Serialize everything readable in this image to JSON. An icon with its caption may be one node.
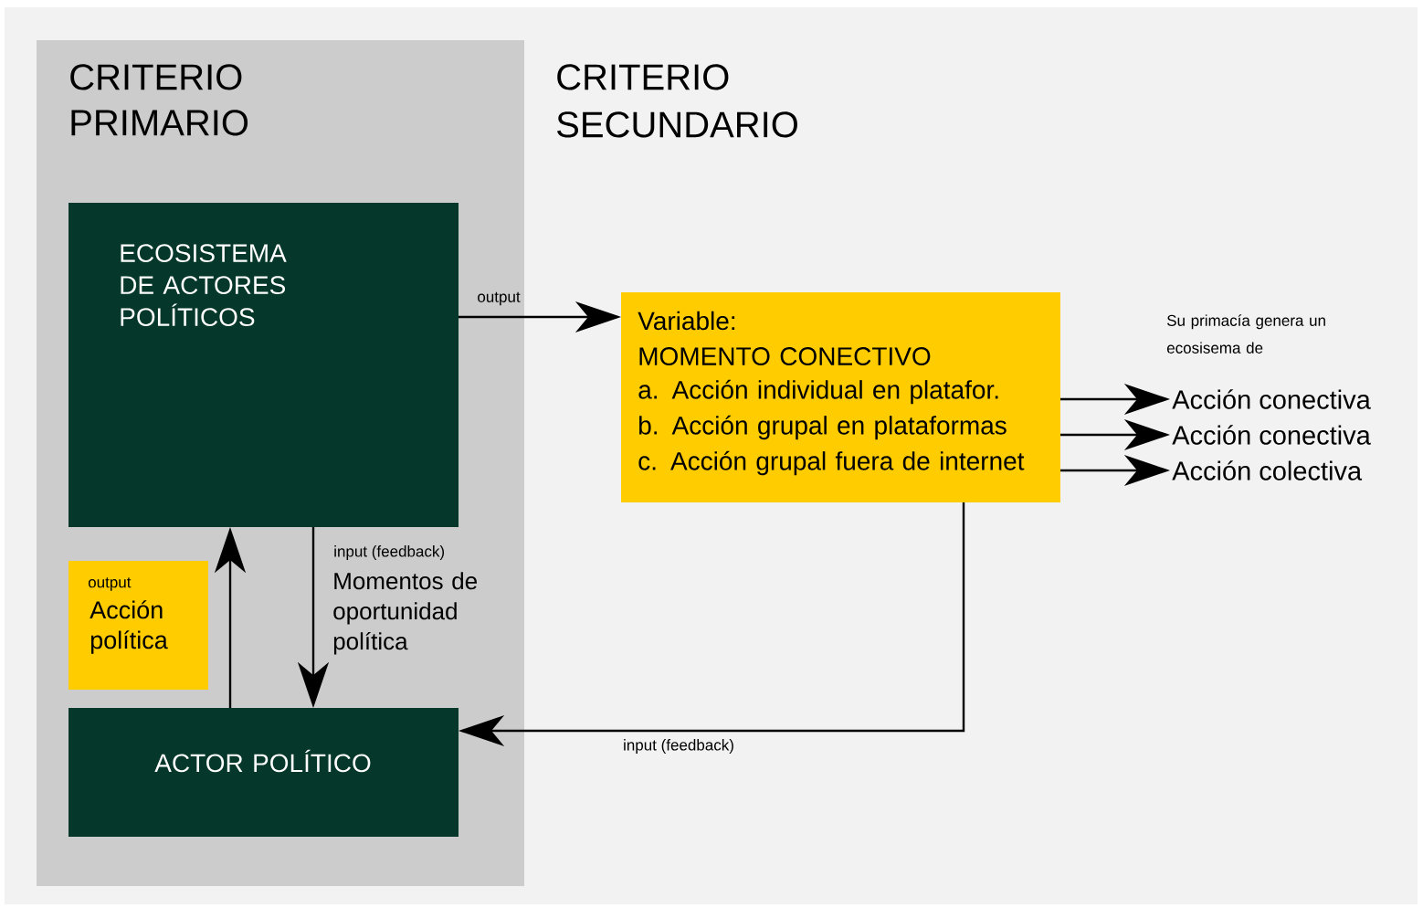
{
  "diagram": {
    "nodes": [
      {
        "text": [
          "CRITERIO PRIMARIO"
        ]
      },
      {
        "text": [
          "ECOSISTEMA DE ACTORES POLÍTICOS"
        ],
        "in": 0
      },
      {
        "text": [
          "output",
          "Acción política"
        ],
        "in": 0
      },
      {
        "text": [
          "ACTOR POLÍTICO"
        ],
        "in": 0
      },
      {
        "text": [
          "Variable:",
          "MOMENTO CONECTIVO",
          "a. Acción individual en platafor.",
          "b. Acción grupal en plataformas",
          "c. Acción grupal fuera de internet"
        ]
      },
      {
        "text": [
          "Acción conectiva"
        ]
      },
      {
        "text": [
          "Acción conectiva"
        ]
      },
      {
        "text": [
          "Acción colectiva"
        ]
      }
    ],
    "edges": [
      {
        "from": 1,
        "to": 4,
        "arrow": "to",
        "label": "output"
      },
      {
        "from": 1,
        "to": 3,
        "arrow": "to",
        "label": "input (feedback)"
      },
      {
        "from": 3,
        "to": 1,
        "arrow": "to"
      },
      {
        "from": 4,
        "to": 3,
        "arrow": "to",
        "label": "input (feedback)"
      },
      {
        "from": 4,
        "to": 5,
        "arrow": "to"
      },
      {
        "from": 4,
        "to": 6,
        "arrow": "to"
      },
      {
        "from": 4,
        "to": 7,
        "arrow": "to"
      }
    ],
    "labels": [
      "CRITERIO SECUNDARIO",
      "Momentos de oportunidad política",
      "Su primacía genera un ecosisema de"
    ]
  }
}
